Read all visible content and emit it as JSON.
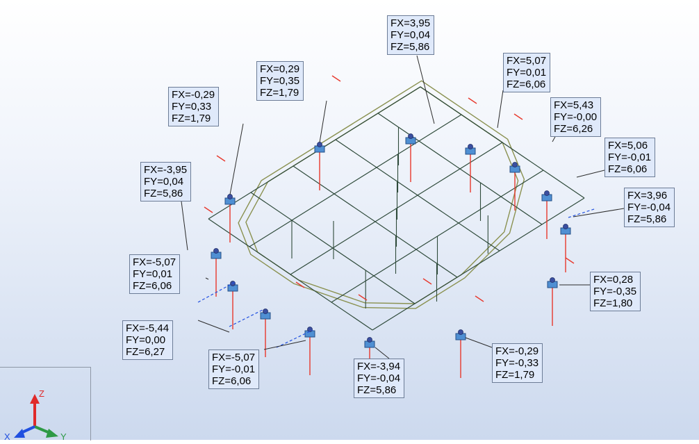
{
  "reactions": [
    {
      "fx": "FX=3,95",
      "fy": "FY=0,04",
      "fz": "FZ=5,86"
    },
    {
      "fx": "FX=5,07",
      "fy": "FY=0,01",
      "fz": "FZ=6,06"
    },
    {
      "fx": "FX=0,29",
      "fy": "FY=0,35",
      "fz": "FZ=1,79"
    },
    {
      "fx": "FX=-0,29",
      "fy": "FY=0,33",
      "fz": "FZ=1,79"
    },
    {
      "fx": "FX=5,43",
      "fy": "FY=-0,00",
      "fz": "FZ=6,26"
    },
    {
      "fx": "FX=5,06",
      "fy": "FY=-0,01",
      "fz": "FZ=6,06"
    },
    {
      "fx": "FX=-3,95",
      "fy": "FY=0,04",
      "fz": "FZ=5,86"
    },
    {
      "fx": "FX=3,96",
      "fy": "FY=-0,04",
      "fz": "FZ=5,86"
    },
    {
      "fx": "FX=-5,07",
      "fy": "FY=0,01",
      "fz": "FZ=6,06"
    },
    {
      "fx": "FX=0,28",
      "fy": "FY=-0,35",
      "fz": "FZ=1,80"
    },
    {
      "fx": "FX=-5,44",
      "fy": "FY=0,00",
      "fz": "FZ=6,27"
    },
    {
      "fx": "FX=-5,07",
      "fy": "FY=-0,01",
      "fz": "FZ=6,06"
    },
    {
      "fx": "FX=-3,94",
      "fy": "FY=-0,04",
      "fz": "FZ=5,86"
    },
    {
      "fx": "FX=-0,29",
      "fy": "FY=-0,33",
      "fz": "FZ=1,79"
    }
  ],
  "axes": {
    "z": "Z",
    "x": "X",
    "y": "Y"
  },
  "colors": {
    "beam": "#2e4a3a",
    "outline": "#8a9150",
    "load": "#e8382c",
    "support": "#4f8fd3",
    "axis_x": "#2050e0",
    "axis_y": "#2e9a46",
    "axis_z": "#e02a2a"
  }
}
